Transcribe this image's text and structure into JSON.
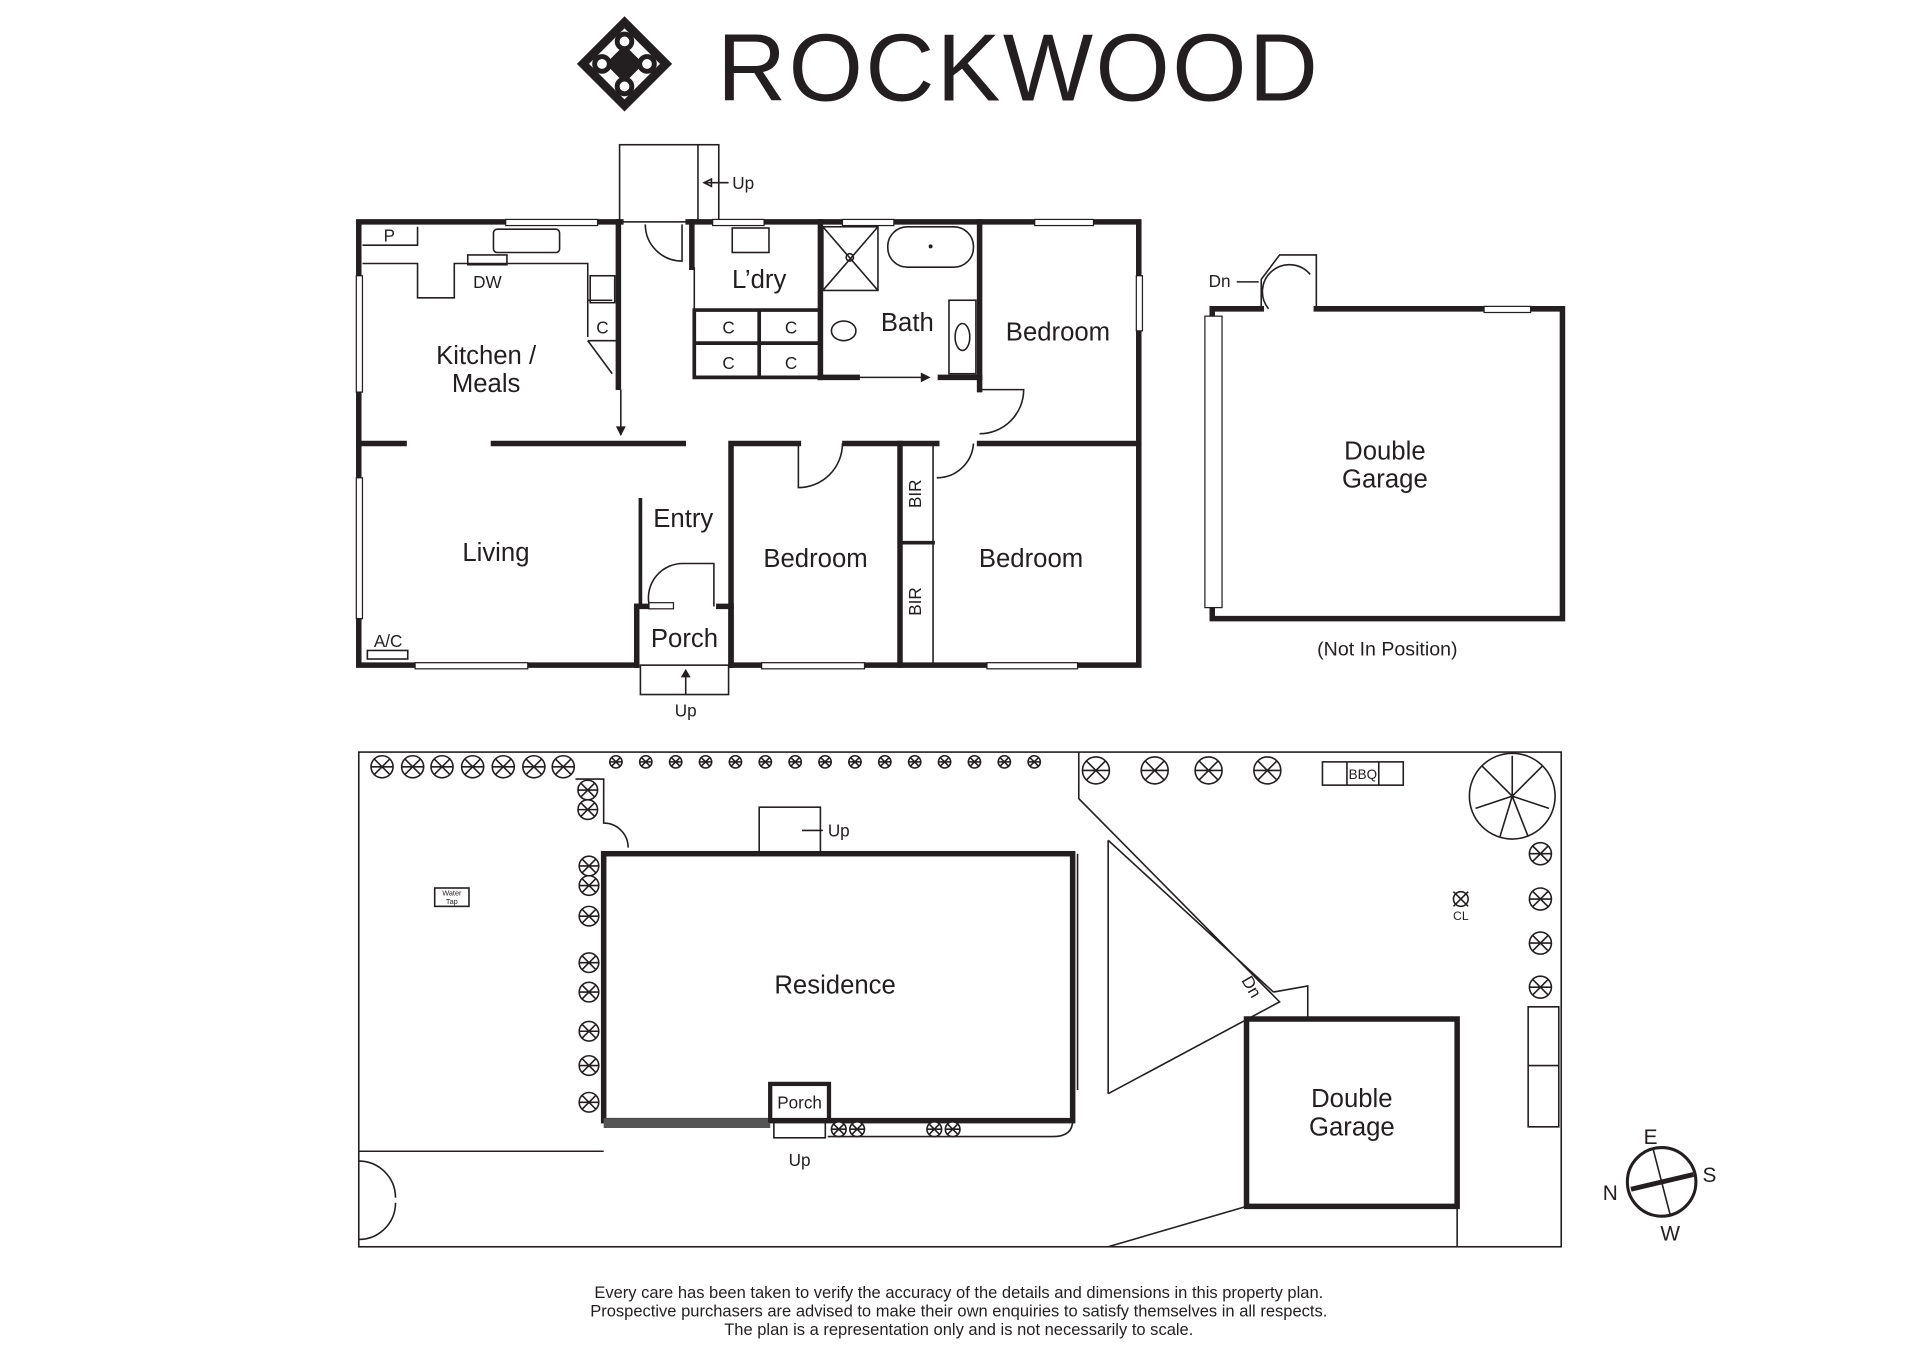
{
  "brand": {
    "name": "ROCKWOOD"
  },
  "floor_plan": {
    "rooms": {
      "kitchen": "Kitchen /",
      "meals": "Meals",
      "living": "Living",
      "laundry": "L’dry",
      "bath": "Bath",
      "bedroom_1": "Bedroom",
      "bedroom_2": "Bedroom",
      "bedroom_3": "Bedroom",
      "entry": "Entry",
      "porch": "Porch",
      "bir_1": "BIR",
      "bir_2": "BIR"
    },
    "fixtures": {
      "pantry": "P",
      "dishwasher": "DW",
      "cupboard": "C",
      "air_con": "A/C",
      "cupboards": [
        "C",
        "C",
        "C",
        "C"
      ]
    },
    "stairs": {
      "rear_up": "Up",
      "front_up": "Up"
    }
  },
  "garage_plan": {
    "title_1": "Double",
    "title_2": "Garage",
    "stairs": "Dn",
    "note": "(Not In Position)"
  },
  "site_plan": {
    "residence": "Residence",
    "porch": "Porch",
    "porch_up": "Up",
    "rear_up": "Up",
    "garage_1": "Double",
    "garage_2": "Garage",
    "driveway_dn": "Dn",
    "bbq": "BBQ",
    "clothesline": "CL",
    "water_tap_1": "Water",
    "water_tap_2": "Tap"
  },
  "compass": {
    "n": "N",
    "e": "E",
    "s": "S",
    "w": "W"
  },
  "disclaimer": [
    "Every care has been taken to verify the accuracy of the details and dimensions in this property plan.",
    "Prospective purchasers are advised to make their own enquiries to satisfy themselves in all respects.",
    "The plan is a representation only and is not necessarily to scale."
  ]
}
